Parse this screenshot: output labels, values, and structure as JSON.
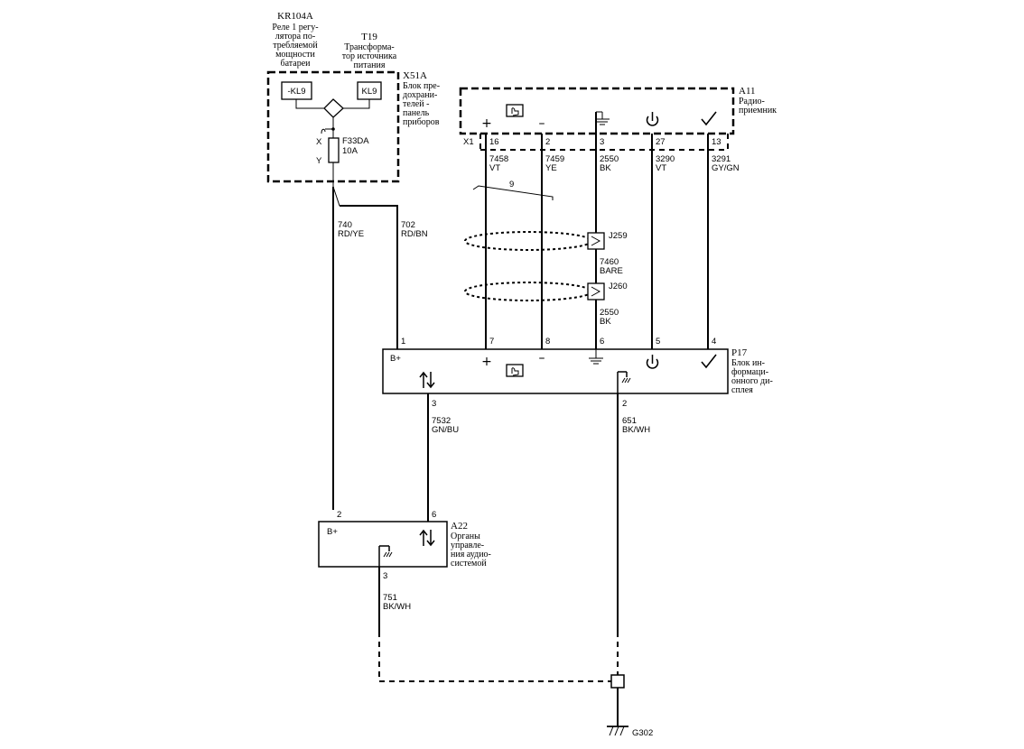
{
  "components": {
    "kr104a": {
      "id": "KR104A",
      "desc": [
        "Реле 1 регу-",
        "лятора по-",
        "требляемой",
        "мощности",
        "батареи"
      ]
    },
    "t19": {
      "id": "T19",
      "desc": [
        "Трансформа-",
        "тор источника",
        "питания"
      ]
    },
    "x51a": {
      "id": "X51A",
      "desc": [
        "Блок пре-",
        "дохрани-",
        "телей -",
        "панель",
        "приборов"
      ]
    },
    "a11": {
      "id": "A11",
      "desc": [
        "Радио-",
        "приемник"
      ]
    },
    "p17": {
      "id": "P17",
      "desc": [
        "Блок ин-",
        "формаци-",
        "онного ди-",
        "сплея"
      ]
    },
    "a22": {
      "id": "A22",
      "desc": [
        "Органы",
        "управле-",
        "ния аудио-",
        "системой"
      ]
    }
  },
  "relay_labels": {
    "left": "-KL9",
    "right": "KL9"
  },
  "fuse": {
    "name": "F33DA",
    "rating": "10A",
    "x_label": "X",
    "y_label": "Y"
  },
  "connector_x1": "X1",
  "a11_pins": [
    "16",
    "2",
    "3",
    "27",
    "13"
  ],
  "a11_wires": [
    {
      "num": "7458",
      "color": "VT"
    },
    {
      "num": "7459",
      "color": "YE"
    },
    {
      "num": "2550",
      "color": "BK"
    },
    {
      "num": "3290",
      "color": "VT"
    },
    {
      "num": "3291",
      "color": "GY/GN"
    }
  ],
  "twist_label": "9",
  "splices": {
    "j259": "J259",
    "j260": "J260",
    "drain_num": "7460",
    "drain_color": "BARE",
    "lower_num": "2550",
    "lower_color": "BK"
  },
  "fuse_wires": [
    {
      "num": "740",
      "color": "RD/YE"
    },
    {
      "num": "702",
      "color": "RD/BN"
    }
  ],
  "p17_pins": [
    "1",
    "7",
    "8",
    "6",
    "5",
    "4"
  ],
  "p17_bottom_pins": [
    "3",
    "2"
  ],
  "p17_bplus": "B+",
  "mid_wires": [
    {
      "num": "7532",
      "color": "GN/BU"
    },
    {
      "num": "651",
      "color": "BK/WH"
    }
  ],
  "a22_pins": {
    "bplus_pin": "2",
    "data_pin": "6",
    "ground_pin": "3"
  },
  "a22_bplus": "B+",
  "a22_ground_wire": {
    "num": "751",
    "color": "BK/WH"
  },
  "ground": "G302"
}
